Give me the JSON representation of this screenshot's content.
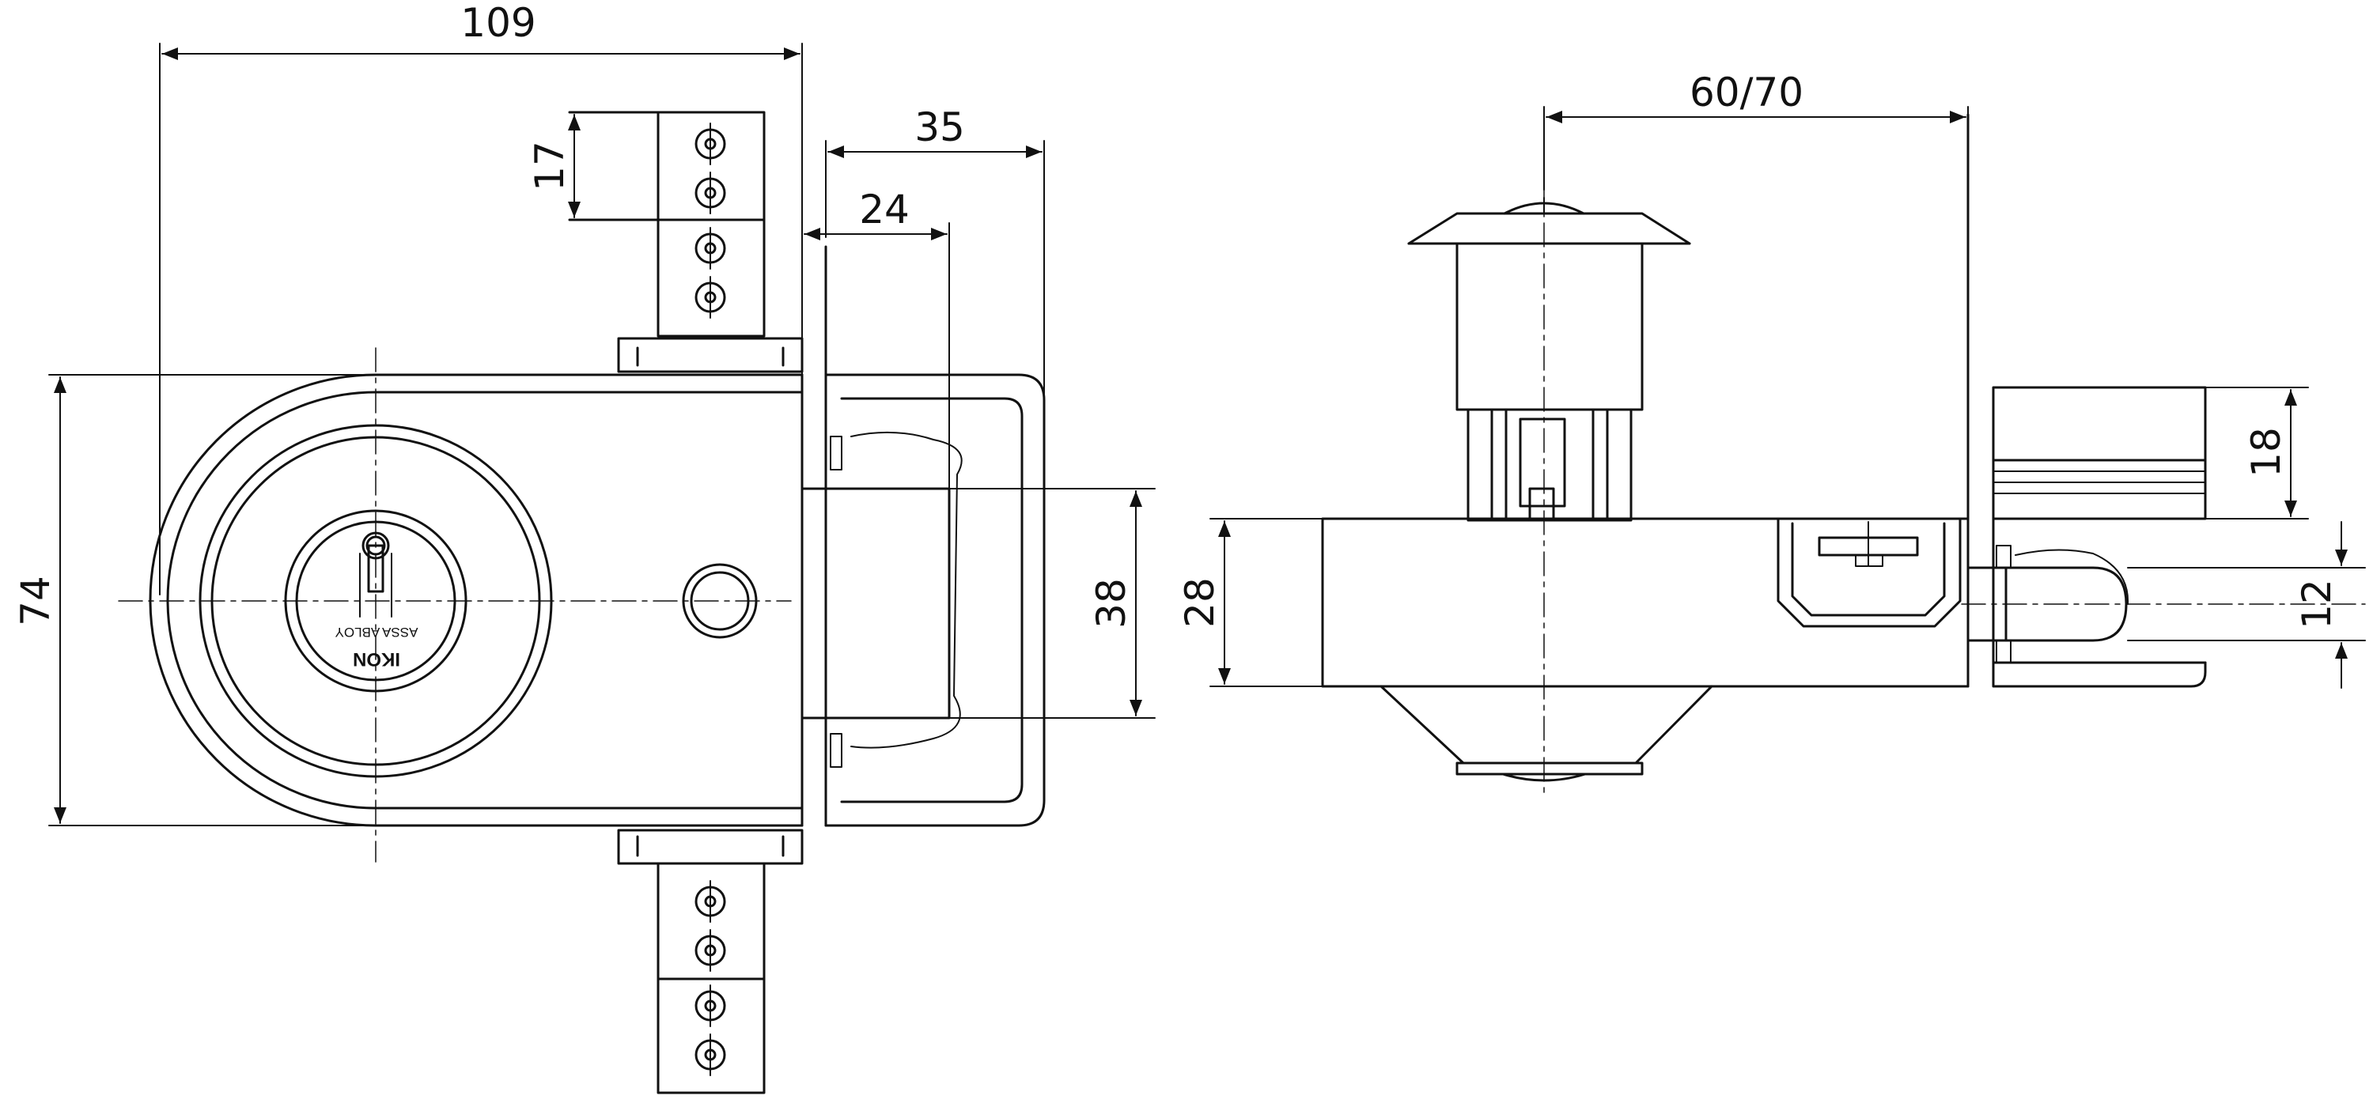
{
  "drawing": {
    "front_view": {
      "dimensions": {
        "overall_width": "109",
        "bolt_projection": "35",
        "strike_depth": "24",
        "hole_pitch": "17",
        "body_height": "74",
        "strike_height": "38"
      },
      "cylinder_face": {
        "brand": "IKON",
        "maker": "ASSA ABLOY"
      }
    },
    "side_view": {
      "dimensions": {
        "door_thickness": "60/70",
        "body_depth": "28",
        "keeper_height": "18",
        "bolt_diameter": "12"
      }
    },
    "colors": {
      "line": "#111111",
      "background": "#ffffff"
    }
  }
}
